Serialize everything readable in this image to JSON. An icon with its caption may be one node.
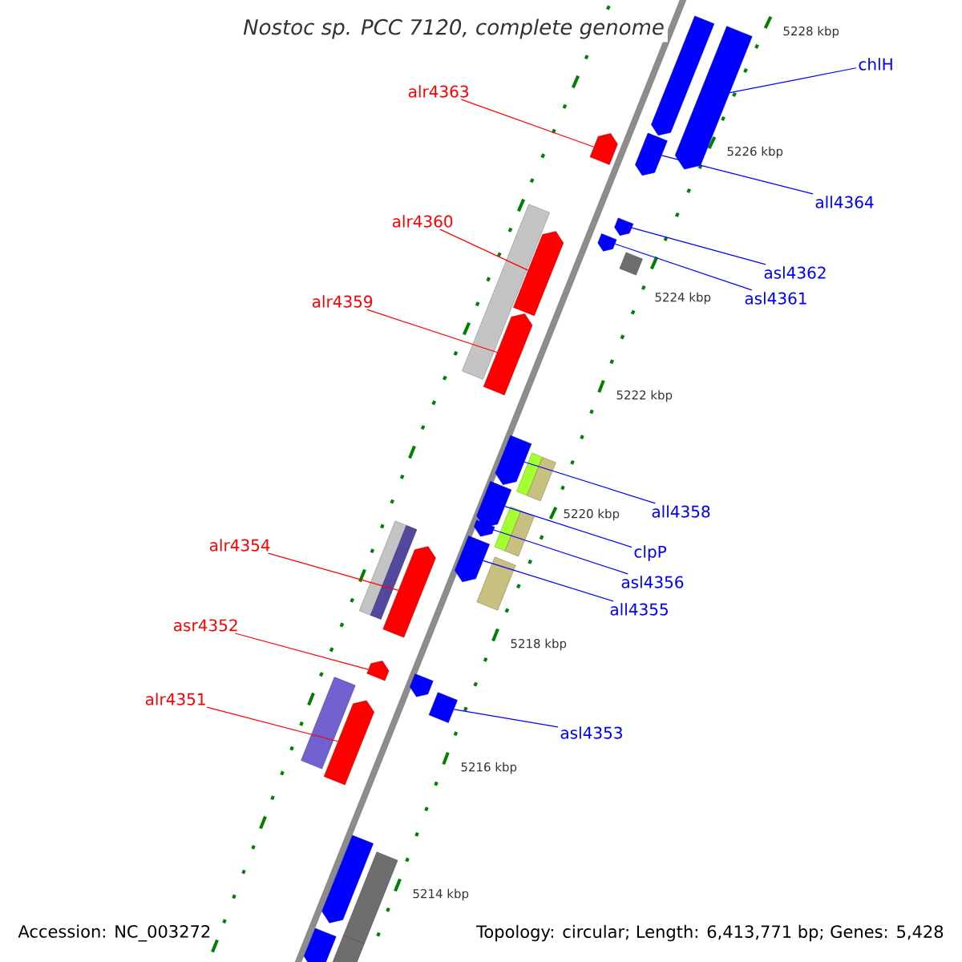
{
  "diagram": {
    "title": "Nostoc sp. PCC 7120, complete genome",
    "nodes": [
      {
        "text": [],
        "shape": "arrow"
      },
      {
        "text": [],
        "shape": "arrow"
      },
      {
        "text": [],
        "shape": "arrow"
      },
      {
        "text": [],
        "shape": "arrow"
      },
      {
        "text": [],
        "shape": "arrow"
      },
      {
        "text": [],
        "shape": "arrow"
      },
      {
        "text": [],
        "shape": "bar"
      },
      {
        "text": [],
        "shape": "bar"
      },
      {
        "text": [],
        "shape": "arrow"
      },
      {
        "text": [],
        "shape": "arrow"
      },
      {
        "text": [],
        "shape": "arrow"
      },
      {
        "text": [],
        "shape": "bar"
      },
      {
        "text": [],
        "shape": "bar"
      },
      {
        "text": [],
        "shape": "arrow"
      },
      {
        "text": [],
        "shape": "bar"
      },
      {
        "text": [],
        "shape": "bar"
      },
      {
        "text": [],
        "shape": "arrow"
      },
      {
        "text": [],
        "shape": "arrow"
      },
      {
        "text": [],
        "shape": "bar"
      },
      {
        "text": [],
        "shape": "bar"
      },
      {
        "text": [],
        "shape": "bar"
      },
      {
        "text": [],
        "shape": "arrow"
      },
      {
        "text": [],
        "shape": "arrow"
      },
      {
        "text": [],
        "shape": "arrow"
      },
      {
        "text": [],
        "shape": "bar"
      },
      {
        "text": [],
        "shape": "bar"
      },
      {
        "text": [],
        "shape": "arrow"
      },
      {
        "text": [],
        "shape": "arrow"
      },
      {
        "text": [],
        "shape": "bar"
      },
      {
        "text": [],
        "shape": "arrow"
      },
      {
        "text": [],
        "shape": "bar"
      },
      {
        "text": [
          "chlH"
        ]
      },
      {
        "text": [
          "all4364"
        ]
      },
      {
        "text": [
          "alr4363"
        ]
      },
      {
        "text": [
          "alr4360"
        ]
      },
      {
        "text": [
          "asl4362"
        ]
      },
      {
        "text": [
          "asl4361"
        ]
      },
      {
        "text": [
          "alr4359"
        ]
      },
      {
        "text": [
          "all4358"
        ]
      },
      {
        "text": [
          "clpP"
        ]
      },
      {
        "text": [
          "asl4356"
        ]
      },
      {
        "text": [
          "all4355"
        ]
      },
      {
        "text": [
          "alr4354"
        ]
      },
      {
        "text": [
          "asr4352"
        ]
      },
      {
        "text": [
          "alr4351"
        ]
      },
      {
        "text": [
          "asl4353"
        ]
      }
    ],
    "edges": [
      {
        "from": 31,
        "to": 0,
        "arrow": "none"
      },
      {
        "from": 32,
        "to": 2,
        "arrow": "none"
      },
      {
        "from": 33,
        "to": 3,
        "arrow": "none",
        "color": "#ff0000"
      },
      {
        "from": 34,
        "to": 8,
        "arrow": "none",
        "color": "#ff0000"
      },
      {
        "from": 35,
        "to": 4,
        "arrow": "none"
      },
      {
        "from": 36,
        "to": 5,
        "arrow": "none"
      },
      {
        "from": 37,
        "to": 9,
        "arrow": "none",
        "color": "#ff0000"
      },
      {
        "from": 38,
        "to": 10,
        "arrow": "none"
      },
      {
        "from": 39,
        "to": 13,
        "arrow": "none"
      },
      {
        "from": 40,
        "to": 16,
        "arrow": "none"
      },
      {
        "from": 41,
        "to": 17,
        "arrow": "none"
      },
      {
        "from": 42,
        "to": 21,
        "arrow": "none",
        "color": "#ff0000"
      },
      {
        "from": 43,
        "to": 22,
        "arrow": "none",
        "color": "#ff0000"
      },
      {
        "from": 44,
        "to": 26,
        "arrow": "none",
        "color": "#ff0000"
      },
      {
        "from": 45,
        "to": 24,
        "arrow": "none"
      }
    ],
    "labels": [
      "5228 kbp",
      "5226 kbp",
      "5224 kbp",
      "5222 kbp",
      "5220 kbp",
      "5218 kbp",
      "5216 kbp",
      "5214 kbp",
      "Accession: NC_003272",
      "Topology: circular; Length: 6,413,771 bp; Genes: 5,428"
    ]
  }
}
